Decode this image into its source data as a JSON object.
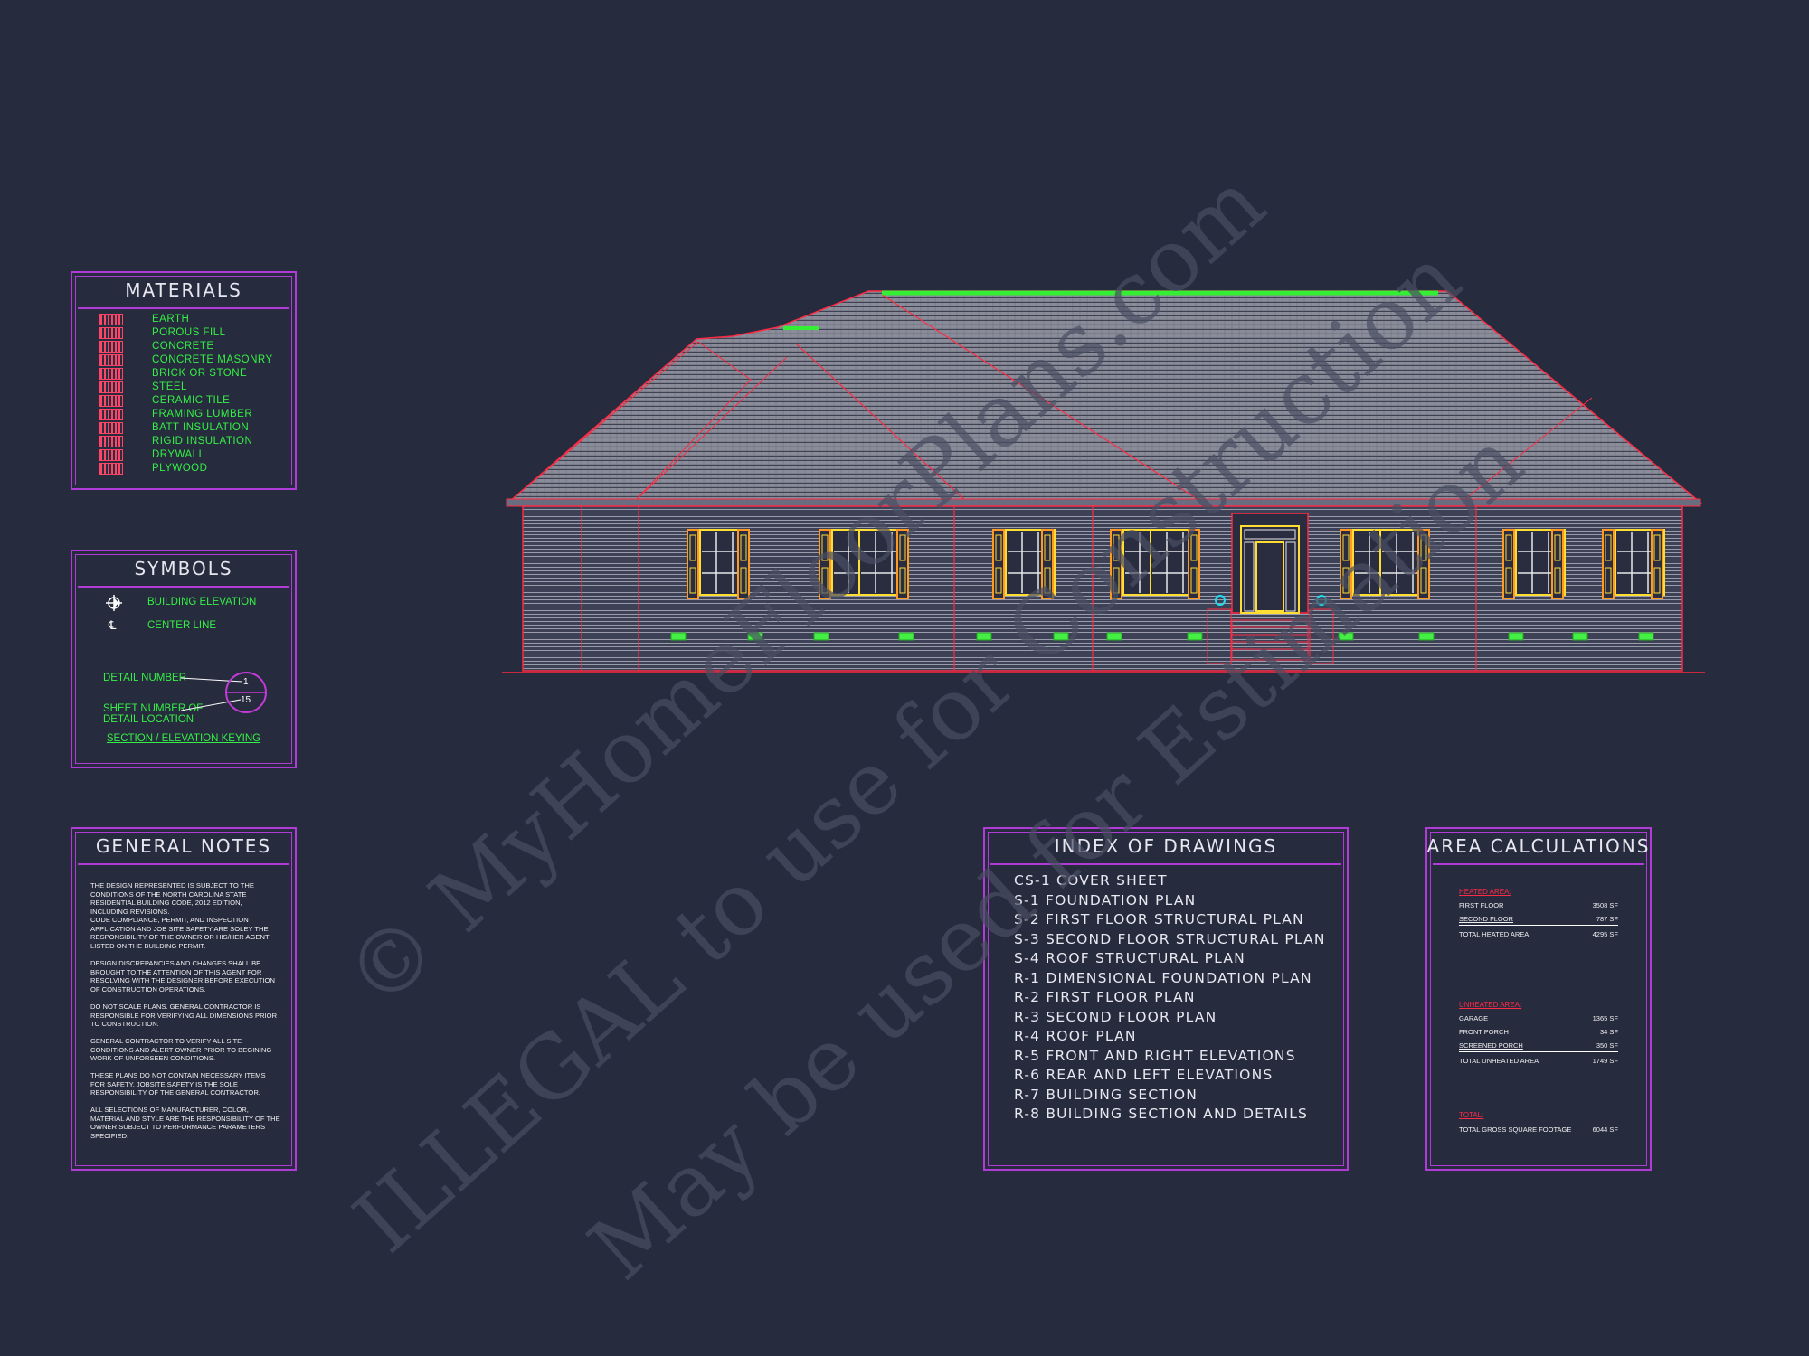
{
  "materials": {
    "title": "MATERIALS",
    "items": [
      "EARTH",
      "POROUS FILL",
      "CONCRETE",
      "CONCRETE MASONRY",
      "BRICK OR STONE",
      "STEEL",
      "CERAMIC TILE",
      "FRAMING LUMBER",
      "BATT INSULATION",
      "RIGID INSULATION",
      "DRYWALL",
      "PLYWOOD"
    ]
  },
  "symbols": {
    "title": "SYMBOLS",
    "building_elevation": "BUILDING ELEVATION",
    "center_line": "CENTER LINE",
    "detail_number": "DETAIL NUMBER",
    "sheet_number_1": "SHEET NUMBER OF",
    "sheet_number_2": "DETAIL LOCATION",
    "bubble_top": "1",
    "bubble_bottom": "15",
    "keying": "SECTION / ELEVATION KEYING"
  },
  "general_notes": {
    "title": "GENERAL NOTES",
    "paragraphs": [
      "THE DESIGN REPRESENTED IS SUBJECT TO THE CONDITIONS OF THE NORTH CAROLINA STATE RESIDENTIAL BUILDING CODE, 2012 EDITION, INCLUDING REVISIONS.",
      "CODE COMPLIANCE, PERMIT, AND INSPECTION APPLICATION AND JOB SITE SAFETY ARE SOLEY THE RESPONSIBILITY OF THE OWNER OR HIS/HER AGENT LISTED ON THE BUILDING PERMIT.",
      "DESIGN DISCREPANCIES AND CHANGES SHALL BE BROUGHT TO THE ATTENTION OF THIS AGENT FOR RESOLVING WITH THE DESIGNER BEFORE EXECUTION OF CONSTRUCTION OPERATIONS.",
      "DO NOT SCALE PLANS. GENERAL CONTRACTOR IS RESPONSIBLE FOR VERIFYING ALL DIMENSIONS PRIOR TO CONSTRUCTION.",
      "GENERAL CONTRACTOR TO VERIFY ALL SITE CONDITIONS AND ALERT OWNER PRIOR TO BEGINING WORK OF UNFORSEEN CONDITIONS.",
      "THESE PLANS DO NOT CONTAIN NECESSARY ITEMS FOR SAFETY. JOBSITE SAFETY IS THE SOLE RESPONSIBILITY OF THE GENERAL CONTRACTOR.",
      "ALL SELECTIONS OF MANUFACTURER, COLOR, MATERIAL AND STYLE ARE THE RESPONSIBILITY OF THE OWNER SUBJECT TO PERFORMANCE PARAMETERS SPECIFIED."
    ]
  },
  "index": {
    "title": "INDEX OF DRAWINGS",
    "items": [
      "CS-1 COVER SHEET",
      "S-1 FOUNDATION PLAN",
      "S-2 FIRST FLOOR STRUCTURAL  PLAN",
      "S-3 SECOND FLOOR STRUCTURAL  PLAN",
      "S-4 ROOF STRUCTURAL PLAN",
      "R-1 DIMENSIONAL FOUNDATION PLAN",
      "R-2 FIRST FLOOR PLAN",
      "R-3 SECOND FLOOR PLAN",
      "R-4 ROOF PLAN",
      "R-5 FRONT AND RIGHT ELEVATIONS",
      "R-6 REAR AND LEFT  ELEVATIONS",
      "R-7 BUILDING SECTION",
      "R-8 BUILDING SECTION AND DETAILS"
    ]
  },
  "area": {
    "title": "AREA CALCULATIONS",
    "heated_header": "HEATED AREA:",
    "first_floor": "FIRST FLOOR",
    "first_floor_val": "3508 SF",
    "second_floor": "SECOND FLOOR",
    "second_floor_val": "787 SF",
    "total_heated": "TOTAL HEATED AREA",
    "total_heated_val": "4295 SF",
    "unheated_header": "UNHEATED AREA:",
    "garage": "GARAGE",
    "garage_val": "1365 SF",
    "front_porch": "FRONT PORCH",
    "front_porch_val": "34 SF",
    "screened_porch": "SCREENED PORCH",
    "screened_porch_val": "350 SF",
    "total_unheated": "TOTAL UNHEATED AREA",
    "total_unheated_val": "1749 SF",
    "total_header": "TOTAL:",
    "gross": "TOTAL GROSS SQUARE FOOTAGE",
    "gross_val": "6044 SF"
  },
  "watermark": {
    "line1": "© MyHomeFloorPlans.com",
    "line2": "ILLEGAL to use for Construction",
    "line3": "May be used for Estimation"
  },
  "colors": {
    "background": "#272b3e",
    "border": "#b13bd6",
    "legend_text": "#34f044",
    "linework": "#ff2b44"
  }
}
